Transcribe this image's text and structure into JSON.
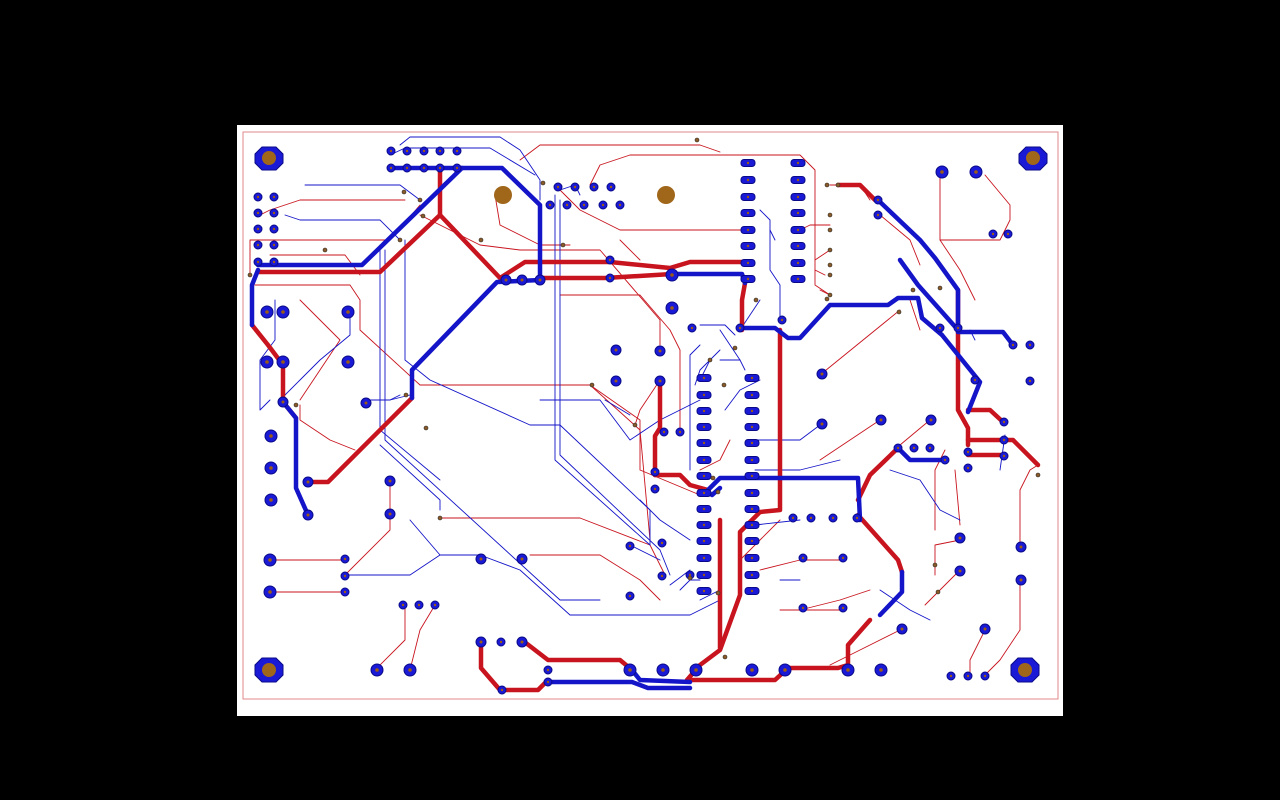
{
  "colors": {
    "background": "#000000",
    "board": "#ffffff",
    "top_copper": "#c8141e",
    "bottom_copper": "#1414c8",
    "pad": "#1a1ad6",
    "drill": "#a0661a",
    "board_edge": "#e08a8a"
  },
  "layers": [
    "top-copper",
    "bottom-copper",
    "board-outline",
    "pads",
    "mounting-holes"
  ]
}
